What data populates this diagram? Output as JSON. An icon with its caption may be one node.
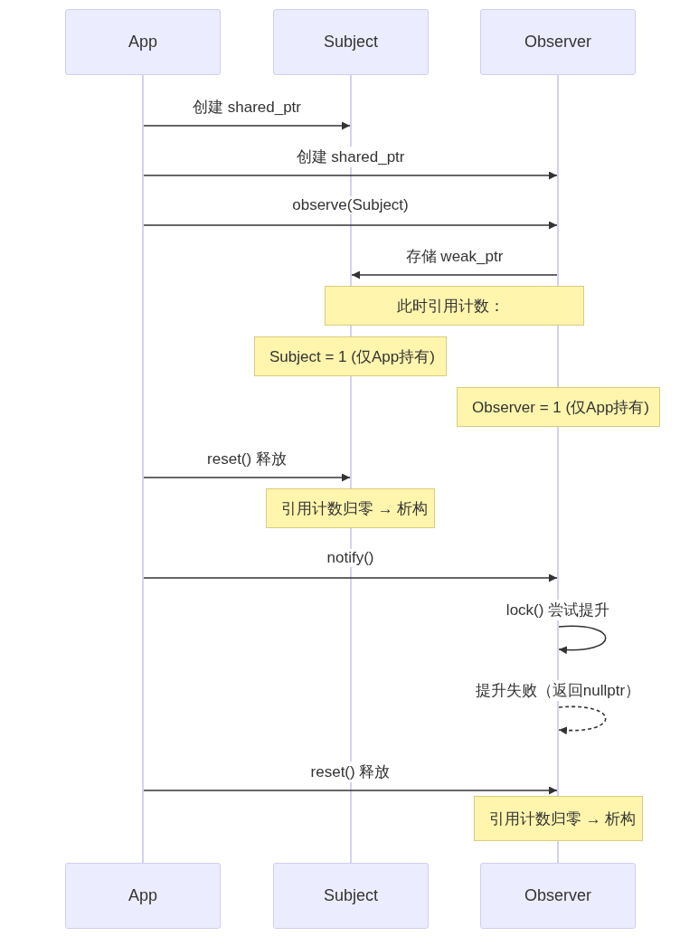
{
  "diagram": {
    "nodes": [
      {
        "text": [
          "App"
        ]
      },
      {
        "text": [
          "Subject"
        ]
      },
      {
        "text": [
          "Observer"
        ]
      },
      {
        "text": [],
        "shape": "line"
      },
      {
        "text": [],
        "shape": "line"
      },
      {
        "text": [],
        "shape": "line"
      },
      {
        "text": [
          "此时引用计数："
        ]
      },
      {
        "text": [
          "Subject = 1 (仅App持有)"
        ]
      },
      {
        "text": [
          "Observer = 1 (仅App持有)"
        ]
      },
      {
        "text": [
          "引用计数归零 → 析构"
        ]
      },
      {
        "text": [
          "引用计数归零 → 析构"
        ]
      },
      {
        "text": [
          "App"
        ]
      },
      {
        "text": [
          "Subject"
        ]
      },
      {
        "text": [
          "Observer"
        ]
      }
    ],
    "edges": [
      {
        "from": 3,
        "to": 4,
        "arrow": "to",
        "label": "创建 shared_ptr"
      },
      {
        "from": 3,
        "to": 5,
        "arrow": "to",
        "label": "创建 shared_ptr"
      },
      {
        "from": 3,
        "to": 5,
        "arrow": "to",
        "label": "observe(Subject)"
      },
      {
        "from": 5,
        "to": 4,
        "arrow": "to",
        "label": "存储 weak_ptr"
      },
      {
        "from": 3,
        "to": 4,
        "arrow": "to",
        "label": "reset() 释放"
      },
      {
        "from": 3,
        "to": 5,
        "arrow": "to",
        "label": "notify()"
      },
      {
        "from": 5,
        "to": 5,
        "arrow": "to",
        "label": "lock() 尝试提升"
      },
      {
        "from": 5,
        "to": 5,
        "arrow": "to",
        "label": "提升失败（返回nullptr）",
        "style": "dashed"
      },
      {
        "from": 3,
        "to": 5,
        "arrow": "to",
        "label": "reset() 释放"
      }
    ]
  }
}
